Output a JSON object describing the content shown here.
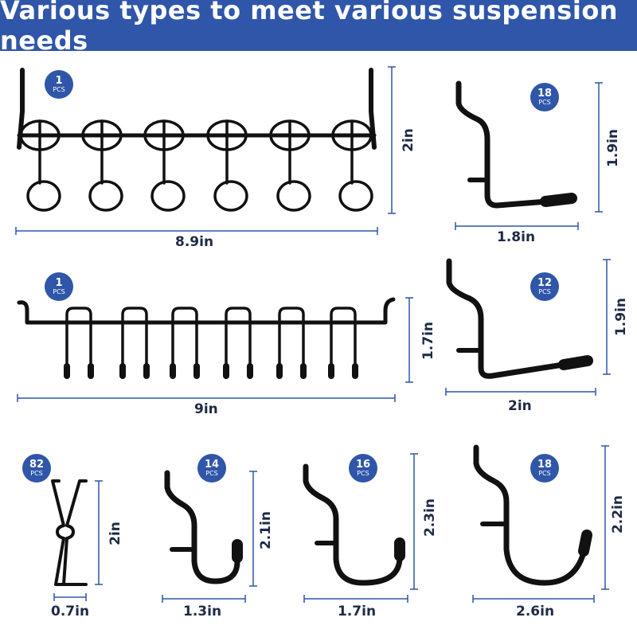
{
  "header": {
    "title": "Various types to meet various suspension needs"
  },
  "colors": {
    "accent": "#2f56a8",
    "line": "#2f56a8",
    "hook": "#111111"
  },
  "unit_label": "PCS",
  "items": [
    {
      "name": "ring-rack",
      "qty": "1",
      "width": "8.9in",
      "height": "2in"
    },
    {
      "name": "l-hook-small",
      "qty": "18",
      "width": "1.8in",
      "height": "1.9in"
    },
    {
      "name": "u-hook-rack",
      "qty": "1",
      "width": "9in",
      "height": "1.7in"
    },
    {
      "name": "l-hook-large",
      "qty": "12",
      "width": "2in",
      "height": "1.9in"
    },
    {
      "name": "clip",
      "qty": "82",
      "width": "0.7in",
      "height": "2in"
    },
    {
      "name": "j-hook-small",
      "qty": "14",
      "width": "1.3in",
      "height": "2.1in"
    },
    {
      "name": "j-hook-medium",
      "qty": "16",
      "width": "1.7in",
      "height": "2.3in"
    },
    {
      "name": "j-hook-large",
      "qty": "18",
      "width": "2.6in",
      "height": "2.2in"
    }
  ]
}
